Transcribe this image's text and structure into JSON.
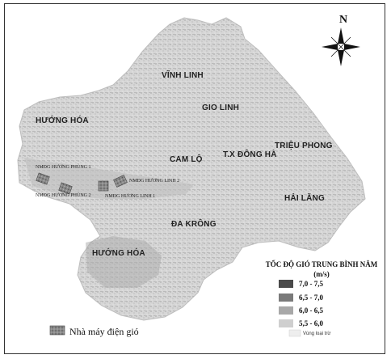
{
  "map": {
    "north_label": "N",
    "districts": [
      {
        "id": "vinh-linh",
        "label": "VĨNH LINH"
      },
      {
        "id": "gio-linh",
        "label": "GIO LINH"
      },
      {
        "id": "huong-hoa-north",
        "label": "HƯỚNG HÓA"
      },
      {
        "id": "cam-lo",
        "label": "CAM LỘ"
      },
      {
        "id": "dong-ha",
        "label": "T.X ĐÔNG HÀ"
      },
      {
        "id": "trieu-phong",
        "label": "TRIỆU PHONG"
      },
      {
        "id": "hai-lang",
        "label": "HẢI LĂNG"
      },
      {
        "id": "da-krong",
        "label": "ĐA KRÔNG"
      },
      {
        "id": "huong-hoa-south",
        "label": "HƯỚNG HÓA"
      }
    ],
    "wind_plants": [
      {
        "id": "huong-phung-1",
        "label": "NMĐG HƯƠNG PHÙNG 1"
      },
      {
        "id": "huong-phung-2",
        "label": "NMĐG HƯƠNG PHÙNG 2"
      },
      {
        "id": "huong-linh-2",
        "label": "NMĐG HƯƠNG LINH 2"
      },
      {
        "id": "huong-linh-1",
        "label": "NMĐG HƯƠNG LINH 1"
      }
    ]
  },
  "legend": {
    "title_line1": "TỐC ĐỘ GIÓ TRUNG BÌNH NĂM",
    "title_line2": "(m/s)",
    "classes": [
      {
        "label": "7,0 - 7,5",
        "color": "#4a4a4a"
      },
      {
        "label": "6,5 - 7,0",
        "color": "#7a7a7a"
      },
      {
        "label": "6,0 - 6,5",
        "color": "#a8a8a8"
      },
      {
        "label": "5,5 - 6,0",
        "color": "#cfcfcf"
      }
    ],
    "excluded_label": "Vùng loại trừ",
    "plant_label": "Nhà máy điện gió"
  }
}
